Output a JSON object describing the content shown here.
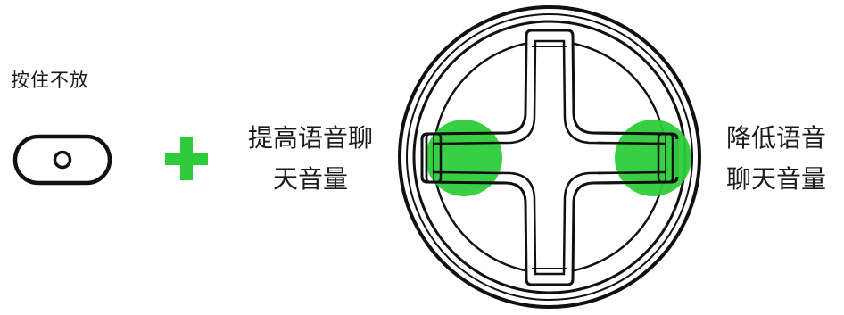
{
  "instruction": {
    "hold_label": "按住不放"
  },
  "actions": {
    "increase": {
      "line1": "提高语音聊",
      "line2": "天音量"
    },
    "decrease": {
      "line1": "降低语音",
      "line2": "聊天音量"
    }
  },
  "icons": {
    "button": "side-button-icon",
    "plus": "plus-icon",
    "dpad": "dpad-icon"
  },
  "colors": {
    "accent": "#2ecc3a",
    "outline": "#111111"
  }
}
